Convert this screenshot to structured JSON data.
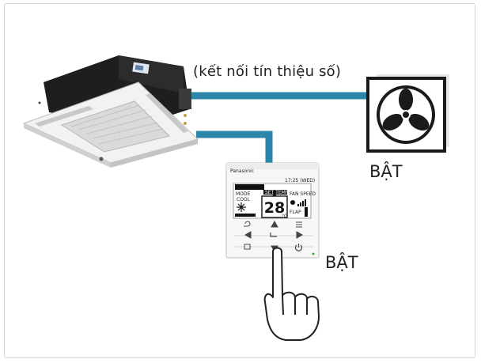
{
  "connection_label": "(kết nối tín thiệu số)",
  "fan_status": "BẬT",
  "remote_status": "BẬT",
  "remote": {
    "brand": "Panasonic",
    "clock": "17:25 (WED)",
    "mode_label": "MODE",
    "mode_value": "COOL",
    "set_temp_label": "SET TEMP",
    "set_temp": "28",
    "unit": "°C",
    "fan_speed_label": "FAN SPEED",
    "flap_label": "FLAP"
  },
  "colors": {
    "cable": "#2b86a8",
    "unit_body": "#1e1e1e",
    "panel": "#eeeeee",
    "fan_box": "#ffffff",
    "fan_blade": "#1a1a1a",
    "power_led": "#2fa84f"
  },
  "icons": {
    "fan": "fan-icon",
    "hand": "pointing-hand-icon",
    "power": "power-icon"
  }
}
